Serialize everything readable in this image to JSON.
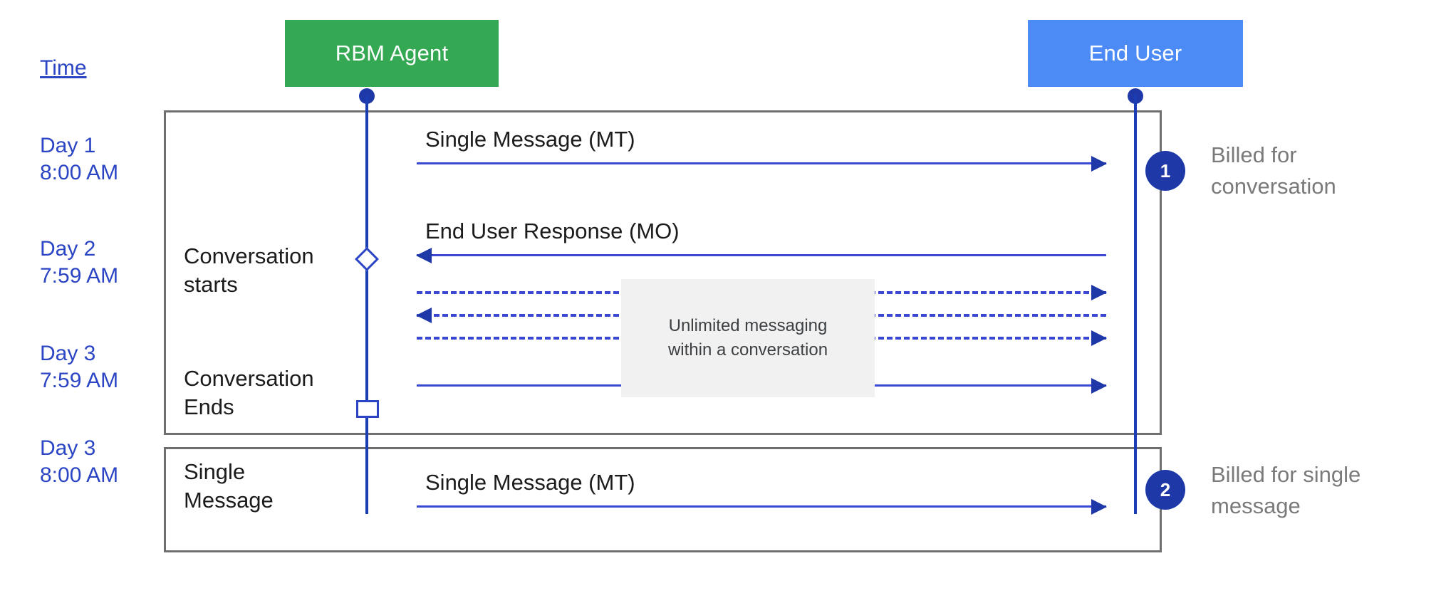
{
  "diagram": {
    "time_heading": "Time",
    "actors": [
      {
        "id": "rbm-agent",
        "label": "RBM Agent",
        "color": "#34a853"
      },
      {
        "id": "end-user",
        "label": "End User",
        "color": "#4c8bf5"
      }
    ],
    "time_labels": [
      "Day 1\n8:00 AM",
      "Day 2\n7:59 AM",
      "Day 3\n7:59 AM",
      "Day 3\n8:00 AM"
    ],
    "frames": [
      {
        "id": "conversation-frame",
        "caption_start": "Conversation\nstarts",
        "caption_end": "Conversation\nEnds"
      },
      {
        "id": "single-message-frame",
        "caption": "Single\nMessage"
      }
    ],
    "messages": [
      {
        "label": "Single Message (MT)",
        "direction": "right",
        "style": "solid"
      },
      {
        "label": "End User Response (MO)",
        "direction": "left",
        "style": "solid"
      },
      {
        "label": "",
        "direction": "right",
        "style": "dashed"
      },
      {
        "label": "",
        "direction": "left",
        "style": "dashed"
      },
      {
        "label": "",
        "direction": "right",
        "style": "dashed"
      },
      {
        "label": "",
        "direction": "right",
        "style": "solid"
      },
      {
        "label": "Single Message (MT)",
        "direction": "right",
        "style": "solid"
      }
    ],
    "note": "Unlimited messaging\nwithin a conversation",
    "callouts": [
      {
        "number": "1",
        "text": "Billed for\nconversation"
      },
      {
        "number": "2",
        "text": "Billed for single\nmessage"
      }
    ],
    "colors": {
      "agent_green": "#34a853",
      "user_blue": "#4c8bf5",
      "line_blue": "#3b48d6",
      "badge_blue": "#1f38a8",
      "time_blue": "#2b45c4",
      "frame_grey": "#6f6f6f",
      "note_grey": "#f1f1f1",
      "billing_grey": "#7a7a7a"
    }
  }
}
